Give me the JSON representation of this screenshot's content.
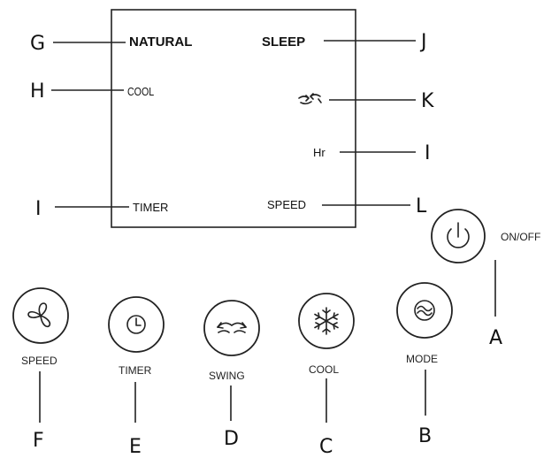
{
  "display": {
    "labels": {
      "natural": "NATURAL",
      "sleep": "SLEEP",
      "cool": "COOL",
      "hr": "Hr",
      "timer": "TIMER",
      "speed": "SPEED"
    },
    "swing_indicator_icon": "swing-arrows-icon"
  },
  "callouts": {
    "G": "G",
    "J": "J",
    "H": "H",
    "K": "K",
    "I_hr": "I",
    "I_timer": "I",
    "L": "L",
    "A": "A",
    "B": "B",
    "C": "C",
    "D": "D",
    "E": "E",
    "F": "F"
  },
  "buttons": [
    {
      "label": "SPEED",
      "icon": "fan-icon"
    },
    {
      "label": "TIMER",
      "icon": "clock-icon"
    },
    {
      "label": "SWING",
      "icon": "swing-arrows-icon"
    },
    {
      "label": "COOL",
      "icon": "snowflake-icon"
    },
    {
      "label": "MODE",
      "icon": "mode-icon"
    },
    {
      "label": "ON/OFF",
      "icon": "power-icon"
    }
  ]
}
